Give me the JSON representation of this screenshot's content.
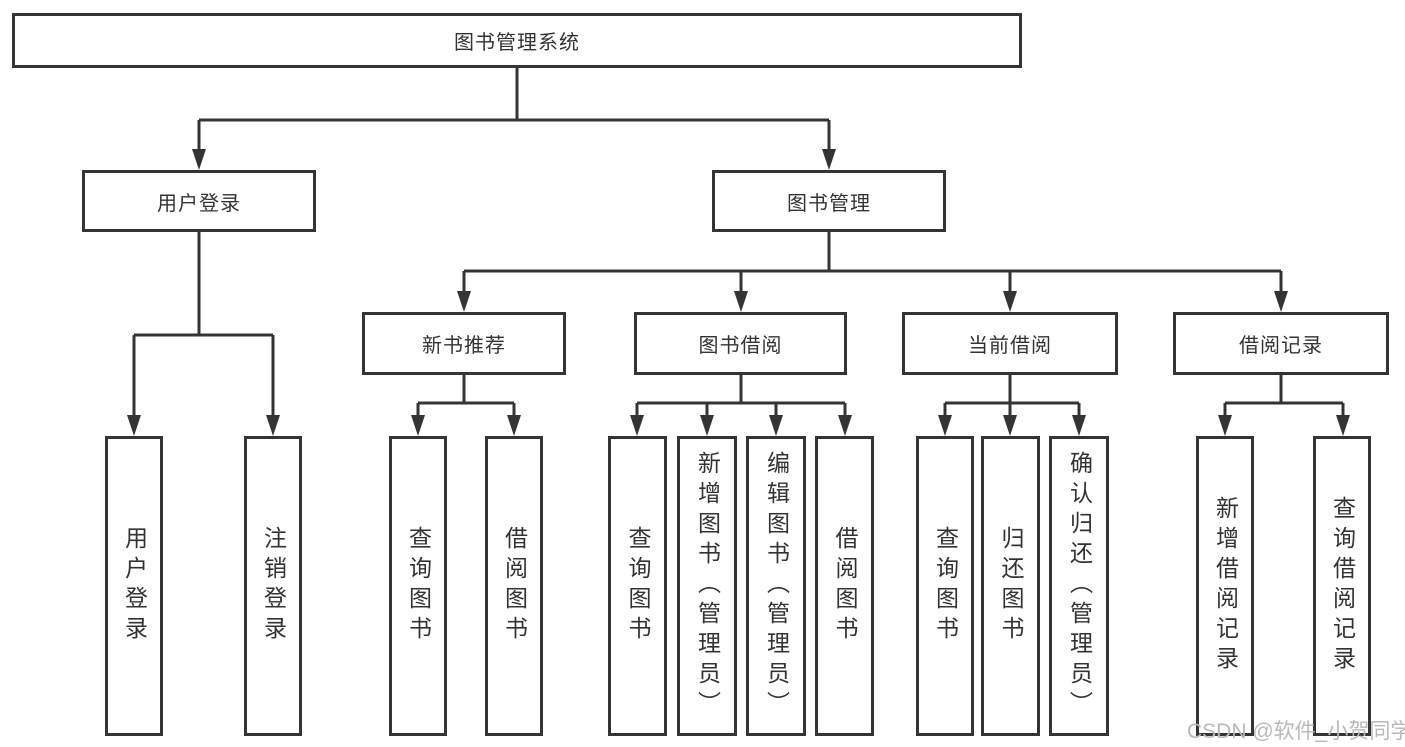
{
  "tree": {
    "root": "图书管理系统",
    "level2": [
      "用户登录",
      "图书管理"
    ],
    "level3": [
      "新书推荐",
      "图书借阅",
      "当前借阅",
      "借阅记录"
    ],
    "leaves_user_login": [
      "用户登录",
      "注销登录"
    ],
    "leaves_new_book": [
      "查询图书",
      "借阅图书"
    ],
    "leaves_book_borrow": [
      "查询图书",
      "新增图书（管理员）",
      "编辑图书（管理员）",
      "借阅图书"
    ],
    "leaves_current_borrow": [
      "查询图书",
      "归还图书",
      "确认归还（管理员）"
    ],
    "leaves_borrow_record": [
      "新增借阅记录",
      "查询借阅记录"
    ]
  },
  "watermark": "CSDN @软件_小贺同学",
  "colors": {
    "line": "#343434",
    "text": "#333333",
    "background": "#ffffff",
    "watermark": "#b9b9b9"
  }
}
